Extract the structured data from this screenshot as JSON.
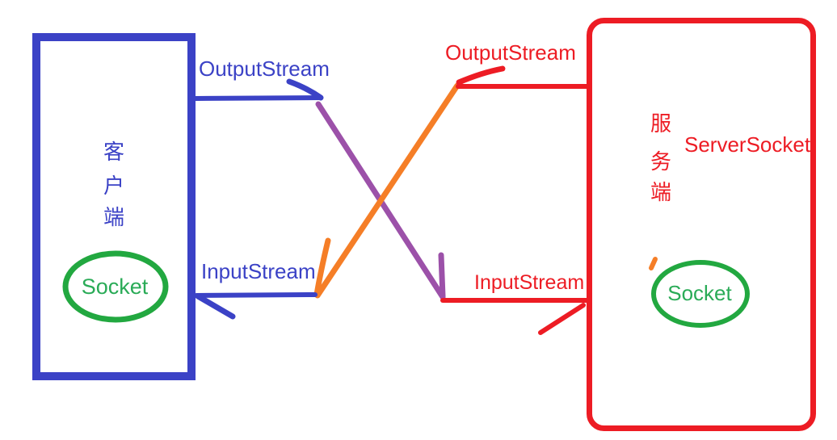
{
  "diagram": {
    "title_meaning": "Client-Server socket stream communication diagram",
    "client": {
      "name_chars": [
        "客",
        "户",
        "端"
      ],
      "socket_label": "Socket",
      "output_label": "OutputStream",
      "input_label": "InputStream"
    },
    "server": {
      "name_chars": [
        "服",
        "务",
        "端"
      ],
      "server_socket_label": "ServerSocket",
      "socket_label": "Socket",
      "output_label": "OutputStream",
      "input_label": "InputStream"
    },
    "colors": {
      "blue": "#3b42c6",
      "red": "#ed1c24",
      "green": "#22a840",
      "green_text": "#2aab57",
      "purple": "#9c51a9",
      "orange": "#f57e27"
    }
  }
}
